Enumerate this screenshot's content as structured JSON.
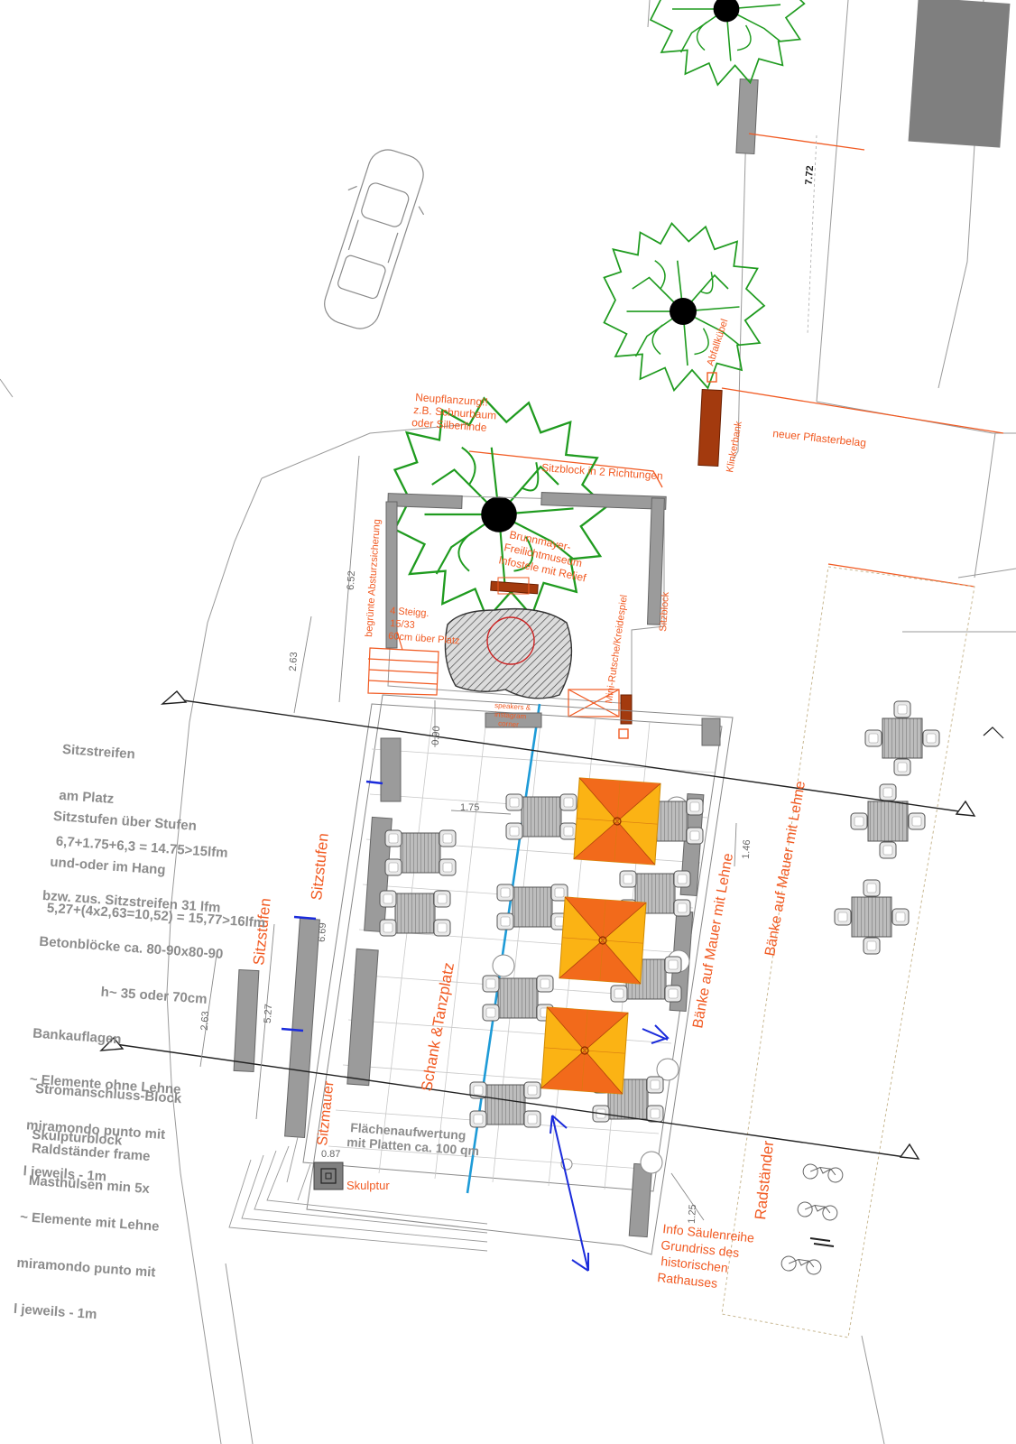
{
  "colors": {
    "annotation": "#f15a22",
    "tree": "#1f9b1f",
    "wall": "#9b9b9b",
    "dark_block": "#7f7f7f",
    "brick": "#a33a0e",
    "umbrella_yellow": "#fbb314",
    "umbrella_orange": "#f26a1b",
    "water_line": "#1e9bd7",
    "arrow_blue": "#1a2bdb",
    "dimension": "#777777"
  },
  "icons": [
    "tree-icon",
    "car-icon",
    "table-set-icon",
    "umbrella-icon",
    "bicycle-icon",
    "sculpture-icon",
    "north-arrow-icon"
  ],
  "labels": {
    "neupflanzung": [
      "Neupflanzung!!",
      "z.B. Schnurbaum",
      "oder Silberlinde"
    ],
    "sitzblock_richtungen": "Sitzblock in 2 Richtungen",
    "brunnmayer": [
      "Brunnmayer-",
      "Freilichtmuseum",
      "Infostele mit Relief"
    ],
    "steigungen": [
      "4 Steigg.",
      "15/33",
      "60cm über Platz"
    ],
    "begruente": "begrünte Absturzsicherung",
    "mini_rutsche": "Mini-Rutsche/Kreidespiel",
    "sitzblock": "Sitzblock",
    "abfallkuebel": "Abfallkübel",
    "klinkerbank": "Klinkerbank",
    "neuer_pflaster": "neuer Pflasterbelag",
    "speakers": [
      "speakers &",
      "instagram",
      "corner"
    ],
    "sitzstufen_inner": "Sitzstufen",
    "sitzstufen_outer": "Sitzstufen",
    "schank": "Schank &Tanzplatz",
    "baenke_inner": "Bänke auf Mauer mit Lehne",
    "baenke_outer": "Bänke auf Mauer mit Lehne",
    "sitzmauer": "Sitzmauer",
    "skulptur": "Skulptur",
    "flaechen": [
      "Flächenaufwertung",
      "mit Platten ca. 100 qm"
    ],
    "info": [
      "Info Säulenreihe",
      "Grundriss des",
      "historischen",
      "Rathauses"
    ],
    "radstaender": "Radständer"
  },
  "dimensions": {
    "d772": "7.72",
    "d652": "6.52",
    "d263a": "2.63",
    "d090": "0.90",
    "d175": "1.75",
    "d146": "1.46",
    "d669": "6.69",
    "d263b": "2.63",
    "d527": "5.27",
    "d087": "0.87",
    "d125": "1.25"
  },
  "notes": {
    "sitzstreifen": [
      "Sitzstreifen",
      "am Platz",
      "6,7+1.75+6,3 = 14.75>15lfm"
    ],
    "sitzstufen_hang": [
      "Sitzstufen über Stufen",
      "und-oder im Hang",
      "5,27+(4x2,63=10,52) = 15,77>16lfm"
    ],
    "zus": [
      "bzw. zus. Sitzstreifen 31 lfm",
      "Betonblöcke ca. 80-90x80-90",
      "h~ 35 oder 70cm",
      "Bankauflagen",
      "~ Elemente ohne Lehne",
      "miramondo punto mit",
      "l jeweils - 1m",
      "~ Elemente mit Lehne",
      "miramondo punto mit",
      "l jeweils - 1m"
    ],
    "strom": [
      "Stromanschluss-Block",
      "Skulpturblock",
      "Masthülsen min 5x"
    ],
    "rad": [
      "Raldständer frame"
    ]
  }
}
